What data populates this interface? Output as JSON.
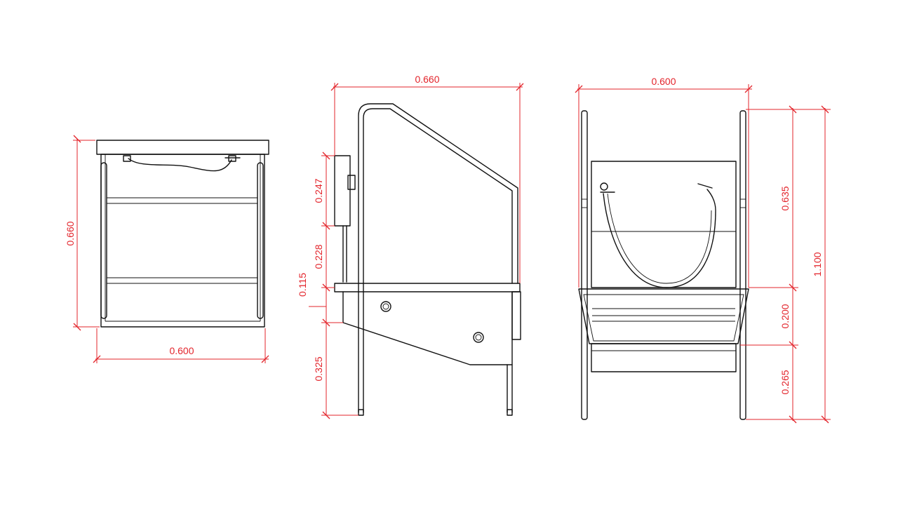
{
  "colors": {
    "dimension": "#e3242b",
    "outline": "#111111",
    "background": "#ffffff"
  },
  "views": {
    "top": {
      "width_label": "0.600",
      "depth_label": "0.660"
    },
    "side": {
      "width_label": "0.660",
      "heights": {
        "upper_panel": "0.247",
        "middle": "0.228",
        "rim": "0.115",
        "legs": "0.325"
      }
    },
    "front": {
      "width_label": "0.600",
      "inner_heights": {
        "upper": "0.635",
        "basin": "0.200",
        "legs": "0.265"
      },
      "total_height": "1.100"
    }
  }
}
